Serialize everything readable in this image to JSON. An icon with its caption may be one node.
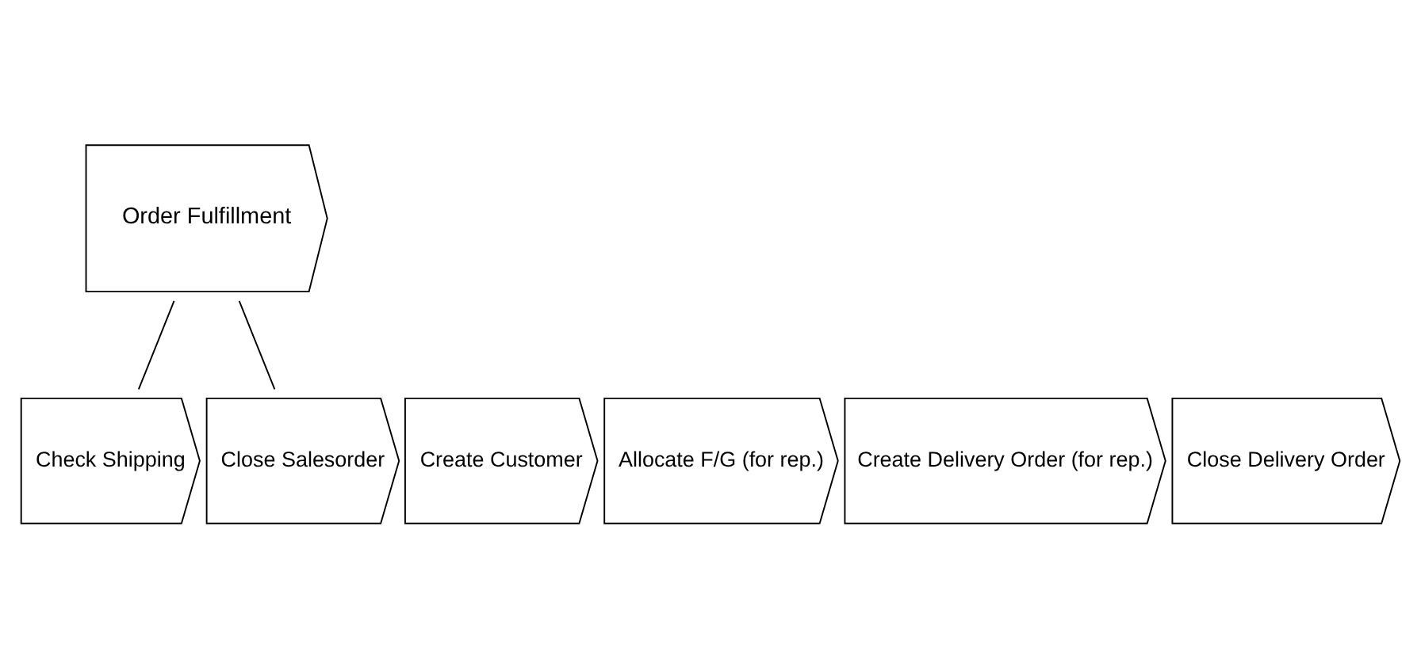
{
  "diagram": {
    "nodes": [
      {
        "text": [
          "Order Fulfillment"
        ]
      },
      {
        "text": [
          "Check Shipping"
        ]
      },
      {
        "text": [
          "Create Customer"
        ]
      },
      {
        "text": [
          "Allocate F/G (for rep.)"
        ]
      },
      {
        "text": [
          "Create Delivery Order (for rep.)"
        ]
      },
      {
        "text": [
          "Close Delivery Order"
        ]
      },
      {
        "text": [
          "Close Salesorder"
        ]
      }
    ],
    "edges": [
      {
        "from": 0,
        "to": 1,
        "arrow": "none"
      },
      {
        "from": 0,
        "to": 6,
        "arrow": "none"
      }
    ]
  }
}
